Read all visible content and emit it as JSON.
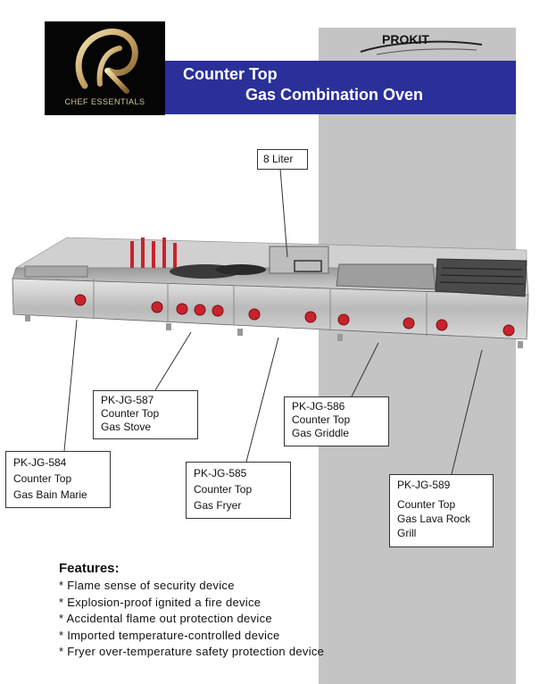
{
  "brand": {
    "logo_text": "CHEF ESSENTIALS",
    "prokit": "PROKIT"
  },
  "title": {
    "line1": "Counter Top",
    "line2": "Gas Combination Oven"
  },
  "capacity_label": "8 Liter",
  "products": [
    {
      "model": "PK-JG-587",
      "line1": "Counter Top",
      "line2": "Gas Stove"
    },
    {
      "model": "PK-JG-586",
      "line1": "Counter Top",
      "line2": "Gas Griddle"
    },
    {
      "model": "PK-JG-584",
      "line1": "Counter Top",
      "line2": "Gas Bain Marie"
    },
    {
      "model": "PK-JG-585",
      "line1": "Counter Top",
      "line2": "Gas Fryer"
    },
    {
      "model": "PK-JG-589",
      "line1": "Counter Top",
      "line2": "Gas Lava Rock",
      "line3": "Grill"
    }
  ],
  "features": {
    "heading": "Features:",
    "items": [
      "* Flame sense of security device",
      "* Explosion-proof ignited a fire device",
      "* Accidental flame out protection device",
      "* Imported temperature-controlled device",
      "* Fryer over-temperature safety protection device"
    ]
  },
  "colors": {
    "title_bar": "#2a2f9a",
    "gray_band": "#c4c4c4",
    "logo_bg": "#050505",
    "knob": "#c8232c"
  }
}
